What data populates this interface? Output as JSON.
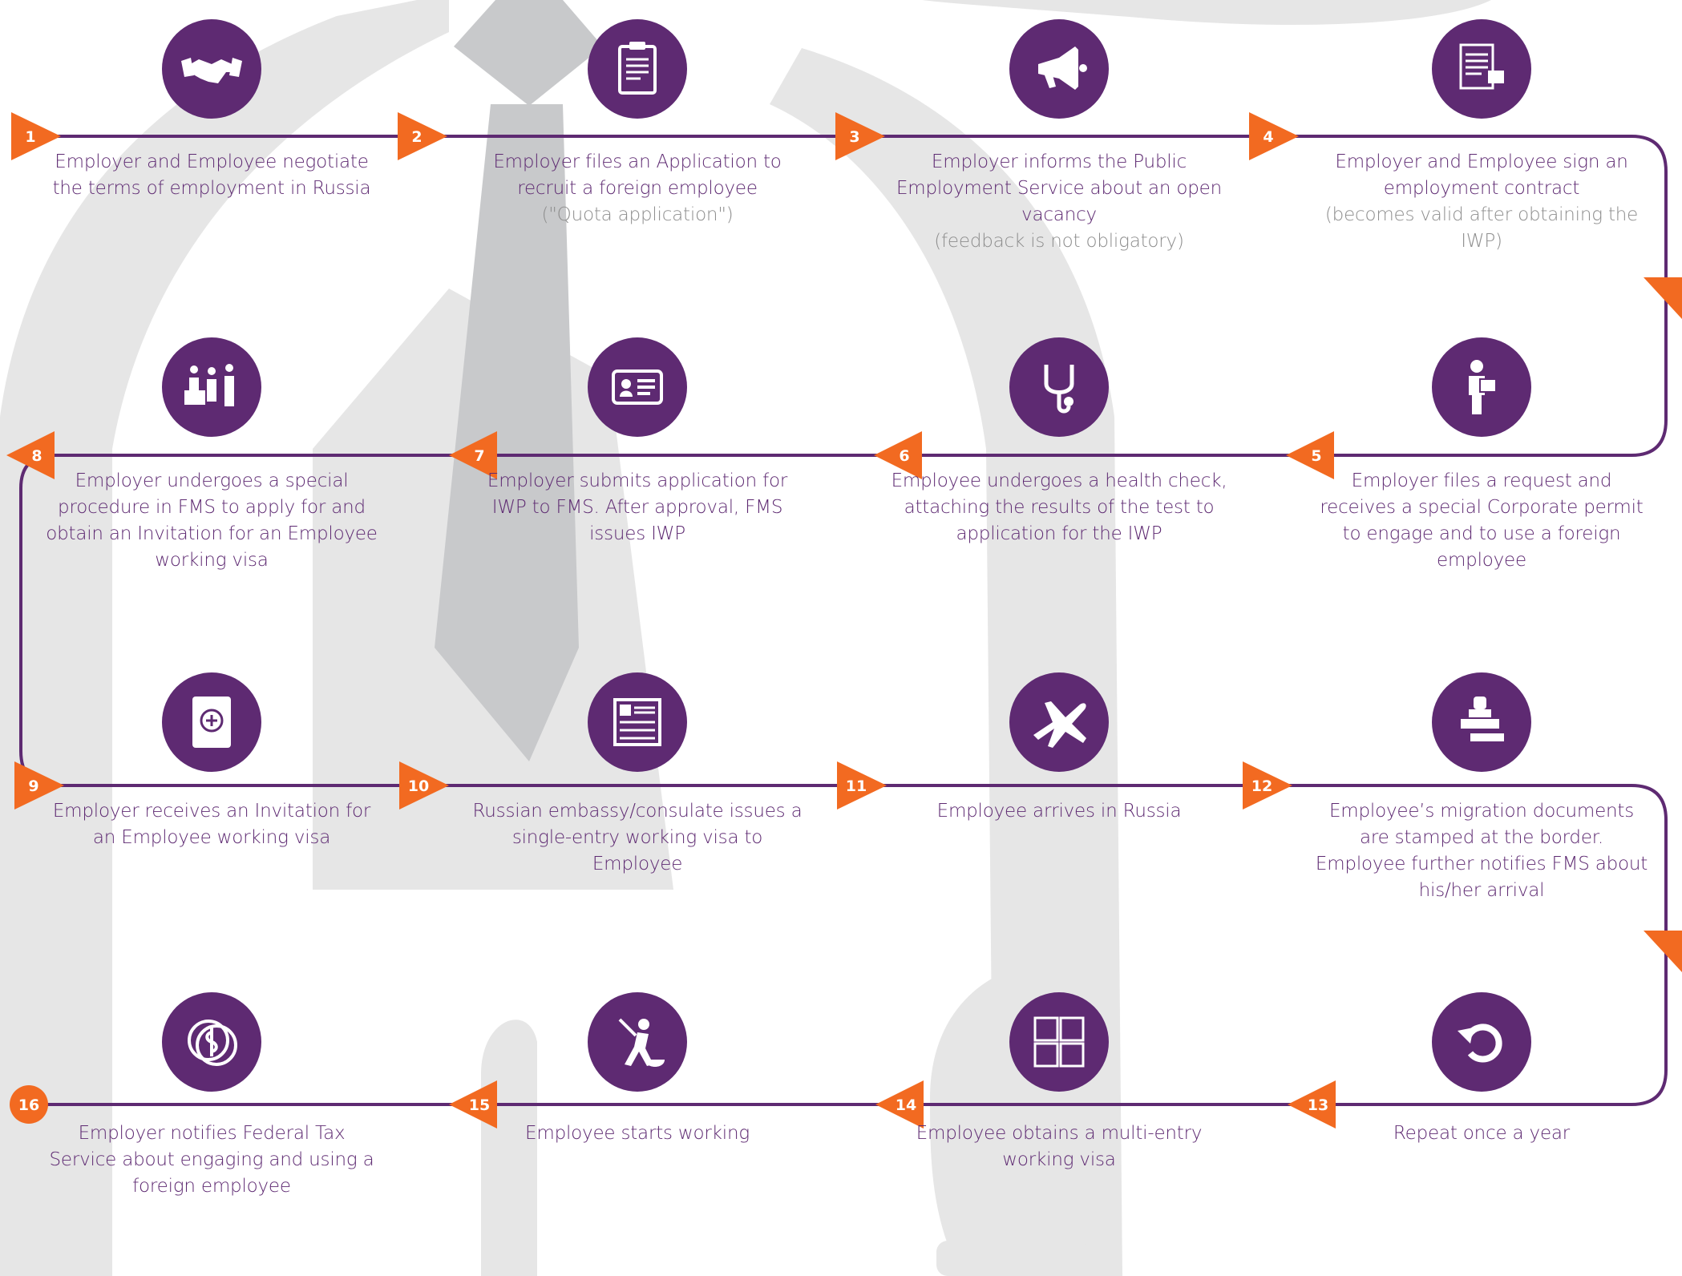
{
  "colors": {
    "purple": "#5e2a72",
    "orange": "#f26a21",
    "note_gray": "#8e8e8e",
    "background_art": "#e6e6e6",
    "tie": "#c8c9cb"
  },
  "steps": [
    {
      "num": "1",
      "text": "Employer and Employee negotiate the terms of employment in Russia",
      "note": "",
      "icon": "handshake-icon"
    },
    {
      "num": "2",
      "text": "Employer files an Application to recruit a foreign employee",
      "note": "(\"Quota application\")",
      "icon": "clipboard-icon"
    },
    {
      "num": "3",
      "text": "Employer informs the Public Employment Service about an open vacancy",
      "note": "(feedback is not obligatory)",
      "icon": "megaphone-icon"
    },
    {
      "num": "4",
      "text": "Employer and Employee sign an employment contract",
      "note": "(becomes valid after obtaining the IWP)",
      "icon": "contract-icon"
    },
    {
      "num": "5",
      "text": "Employer files a request and receives a special Corporate permit to engage and to use a foreign employee",
      "note": "",
      "icon": "person-with-permit-icon"
    },
    {
      "num": "6",
      "text": "Employee undergoes a health check, attaching the results of the test to application for the IWP",
      "note": "",
      "icon": "stethoscope-icon"
    },
    {
      "num": "7",
      "text": "Employer submits application for IWP to FMS. After approval, FMS issues IWP",
      "note": "",
      "icon": "id-card-icon"
    },
    {
      "num": "8",
      "text": "Employer undergoes a special procedure in FMS to apply for and obtain an Invitation for an Employee working visa",
      "note": "",
      "icon": "queue-desk-icon"
    },
    {
      "num": "9",
      "text": "Employer receives an Invitation for an Employee working visa",
      "note": "",
      "icon": "passport-icon"
    },
    {
      "num": "10",
      "text": "Russian embassy/consulate issues a single-entry working visa to Employee",
      "note": "",
      "icon": "visa-icon"
    },
    {
      "num": "11",
      "text": "Employee arrives in Russia",
      "note": "",
      "icon": "airplane-icon"
    },
    {
      "num": "12",
      "text": "Employee’s migration documents are stamped at the border. Employee further notifies FMS about his/her arrival",
      "note": "",
      "icon": "stamp-icon"
    },
    {
      "num": "13",
      "text": "Employer notifies Federal Tax Service about engaging and using a foreign employee",
      "note": "",
      "icon": "coins-icon"
    },
    {
      "num": "14",
      "text": "Employee starts working",
      "note": "",
      "icon": "worker-icon"
    },
    {
      "num": "15",
      "text": "Employee obtains a multi-entry working visa",
      "note": "",
      "icon": "multi-visa-icon"
    },
    {
      "num": "16",
      "text": "Repeat once a year",
      "note": "",
      "icon": "repeat-icon"
    }
  ]
}
